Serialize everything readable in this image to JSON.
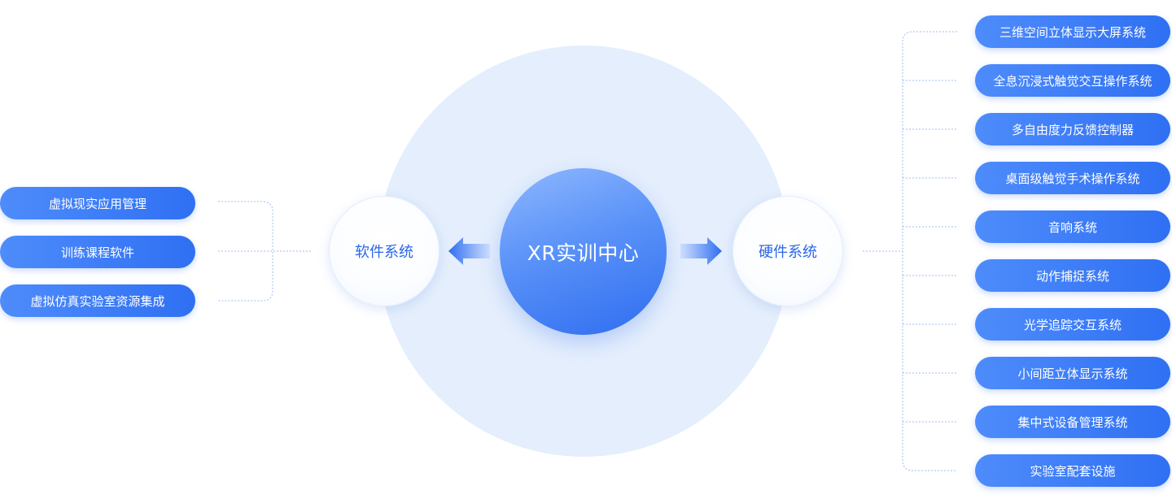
{
  "center": {
    "label": "XR实训中心"
  },
  "software": {
    "label": "软件系统",
    "items": [
      "虚拟现实应用管理",
      "训练课程软件",
      "虚拟仿真实验室资源集成"
    ]
  },
  "hardware": {
    "label": "硬件系统",
    "items": [
      "三维空间立体显示大屏系统",
      "全息沉浸式触觉交互操作系统",
      "多自由度力反馈控制器",
      "桌面级触觉手术操作系统",
      "音响系统",
      "动作捕捉系统",
      "光学追踪交互系统",
      "小间距立体显示系统",
      "集中式设备管理系统",
      "实验室配套设施"
    ]
  },
  "colors": {
    "accent": "#2f70f3",
    "accent_light": "#4e8cfb",
    "halo": "#e4eefc",
    "connector": "#9fbdf2"
  }
}
